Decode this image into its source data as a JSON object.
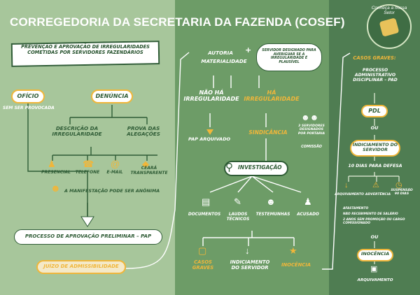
{
  "title": "CORREGEDORIA DA SECRETARIA DA FAZENDA (COSEF)",
  "badge": "Conheça a nossa Setor",
  "left": {
    "banner": "PREVENÇÃO E APROVAÇÃO DE IRREGULARIDADES COMETIDAS POR SERVIDORES FAZENDÁRIOS",
    "oficio": "OFÍCIO",
    "oficio_note": "SEM SER PROVOCADA",
    "denuncia": "DENÚNCIA",
    "descricao": "DESCRIÇÃO DA IRREGULARIDADE",
    "prova": "PROVA DAS ALEGAÇÕES",
    "channels": [
      "PRESENCIAL",
      "TELEFONE",
      "E-MAIL",
      "CEARÁ TRANSPARENTE"
    ],
    "anonima": "A MANIFESTAÇÃO PODE SER ANÔNIMA",
    "pap": "PROCESSO DE APROVAÇÃO PRELIMINAR – PAP",
    "juizo": "JUÍZO DE ADMISSIBILIDADE"
  },
  "middle": {
    "autoria": "AUTORIA",
    "materialidade": "MATERIALIDADE",
    "plus": "+",
    "bubble": "SERVIDOR DESIGNADO PARA AVERIGUAR SE A IRREGULARIDADE É PLAUSÍVEL",
    "nao_ha": "NÃO HÁ IRREGULARIDADE",
    "ha": "HÁ IRREGULARIDADE",
    "arquivado": "PAP ARQUIVADO",
    "sindicancia": "SINDICÂNCIA",
    "comissao_desc": "3 SERVIDORES DESIGNADOS POR PORTARIA",
    "comissao": "COMISSÃO",
    "investigacao": "INVESTIGAÇÃO",
    "evidence": [
      "DOCUMENTOS",
      "LAUDOS TÉCNICOS",
      "TESTEMUNHAS",
      "ACUSADO"
    ],
    "outcomes": [
      "CASOS GRAVES",
      "INDICIAMENTO DO SERVIDOR",
      "INOCÊNCIA"
    ]
  },
  "right": {
    "casos_graves": "CASOS GRAVES:",
    "pad": "PROCESSO ADMINISTRATIVO DISCIPLINAR – PAD",
    "pdl": "PDL",
    "ou1": "OU",
    "indiciamento": "INDICIAMENTO DO SERVIDOR",
    "defesa": "10 DIAS PARA DEFESA",
    "results": [
      "ARQUIVAMENTO",
      "ADVERTÊNCIA",
      "SUSPENSÃO 90 DIAS"
    ],
    "notes": [
      "AFASTAMENTO",
      "NÃO RECEBIMENTO DE SALÁRIO",
      "2 ANOS SEM PROMOÇÃO OU CARGO COMISSIONADO"
    ],
    "ou2": "OU",
    "inocencia": "INOCÊNCIA",
    "arquivamento": "ARQUIVAMENTO"
  }
}
